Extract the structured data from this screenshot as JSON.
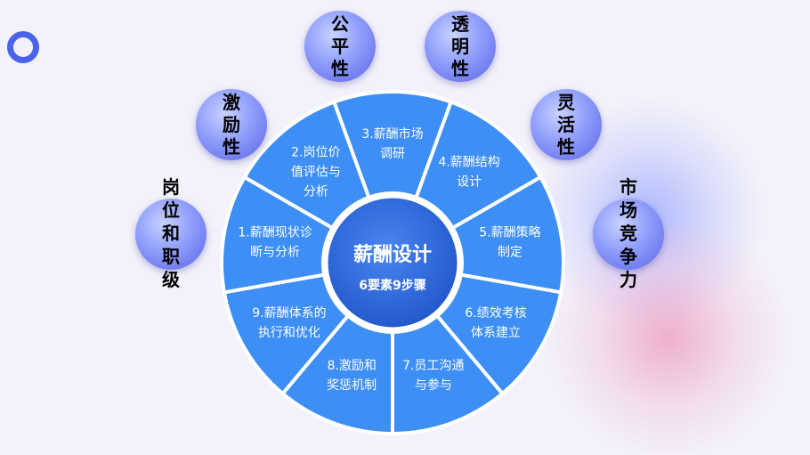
{
  "center": {
    "title": "薪酬设计",
    "subtitle": "6要素9步骤"
  },
  "steps": [
    {
      "lines": [
        "3.薪酬市场",
        "调研"
      ]
    },
    {
      "lines": [
        "4.薪酬结构",
        "设计"
      ]
    },
    {
      "lines": [
        "5.薪酬策略",
        "制定"
      ]
    },
    {
      "lines": [
        "6.绩效考核",
        "体系建立"
      ]
    },
    {
      "lines": [
        "7.员工沟通",
        "与参与"
      ]
    },
    {
      "lines": [
        "8.激励和",
        "奖惩机制"
      ]
    },
    {
      "lines": [
        "9.薪酬体系的",
        "执行和优化"
      ]
    },
    {
      "lines": [
        "1.薪酬现状诊",
        "断与分析"
      ]
    },
    {
      "lines": [
        "2.岗位价",
        "值评估与",
        "分析"
      ]
    }
  ],
  "elements": {
    "gongping": "公平性",
    "touming": "透明性",
    "jili": "激励性",
    "linghuo": "灵活性",
    "gangwei": "岗位和职级",
    "shichang": "市场竞争力"
  },
  "colors": {
    "segment": "#3d8ef5",
    "segment_border": "#ffffff",
    "center": "#2f6fe0",
    "accent": "#4b63e8"
  }
}
